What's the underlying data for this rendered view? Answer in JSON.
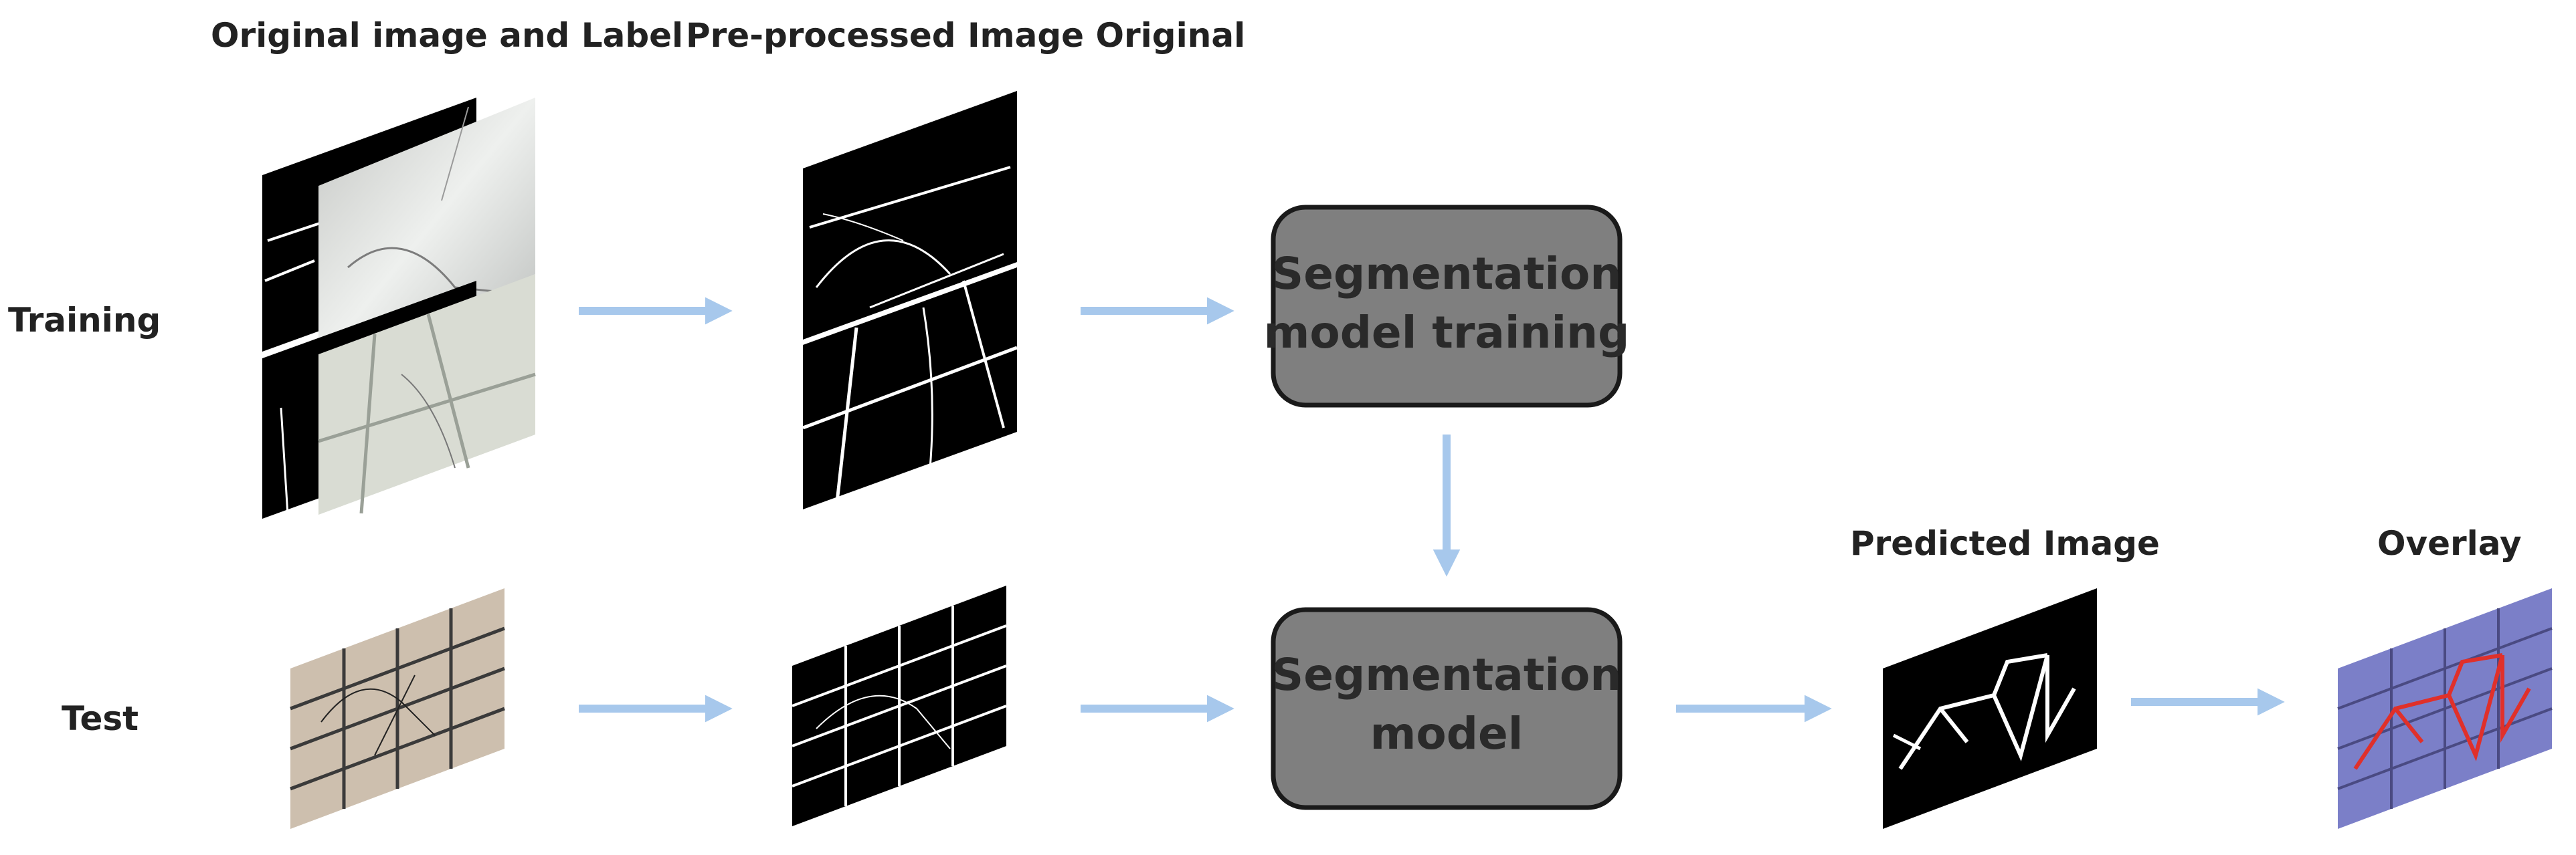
{
  "headers": {
    "original": "Original image and Label",
    "preprocessed": "Pre-processed Image Original",
    "predicted": "Predicted Image",
    "overlay": "Overlay"
  },
  "rows": {
    "training": "Training",
    "test": "Test"
  },
  "boxes": {
    "training": {
      "line1": "Segmentation",
      "line2": "model training"
    },
    "model": {
      "line1": "Segmentation",
      "line2": "model"
    }
  },
  "colors": {
    "arrow": "#a7c8ec",
    "box_fill": "#7f7f7f",
    "box_stroke": "#1a1a1a",
    "mask": "#000000",
    "crack_line": "#ffffff",
    "overlay_bg": "#7b7fc8",
    "overlay_crack": "#e0302a",
    "tile_beige": "#cdbfae",
    "tile_grey": "#d9dcd3"
  }
}
